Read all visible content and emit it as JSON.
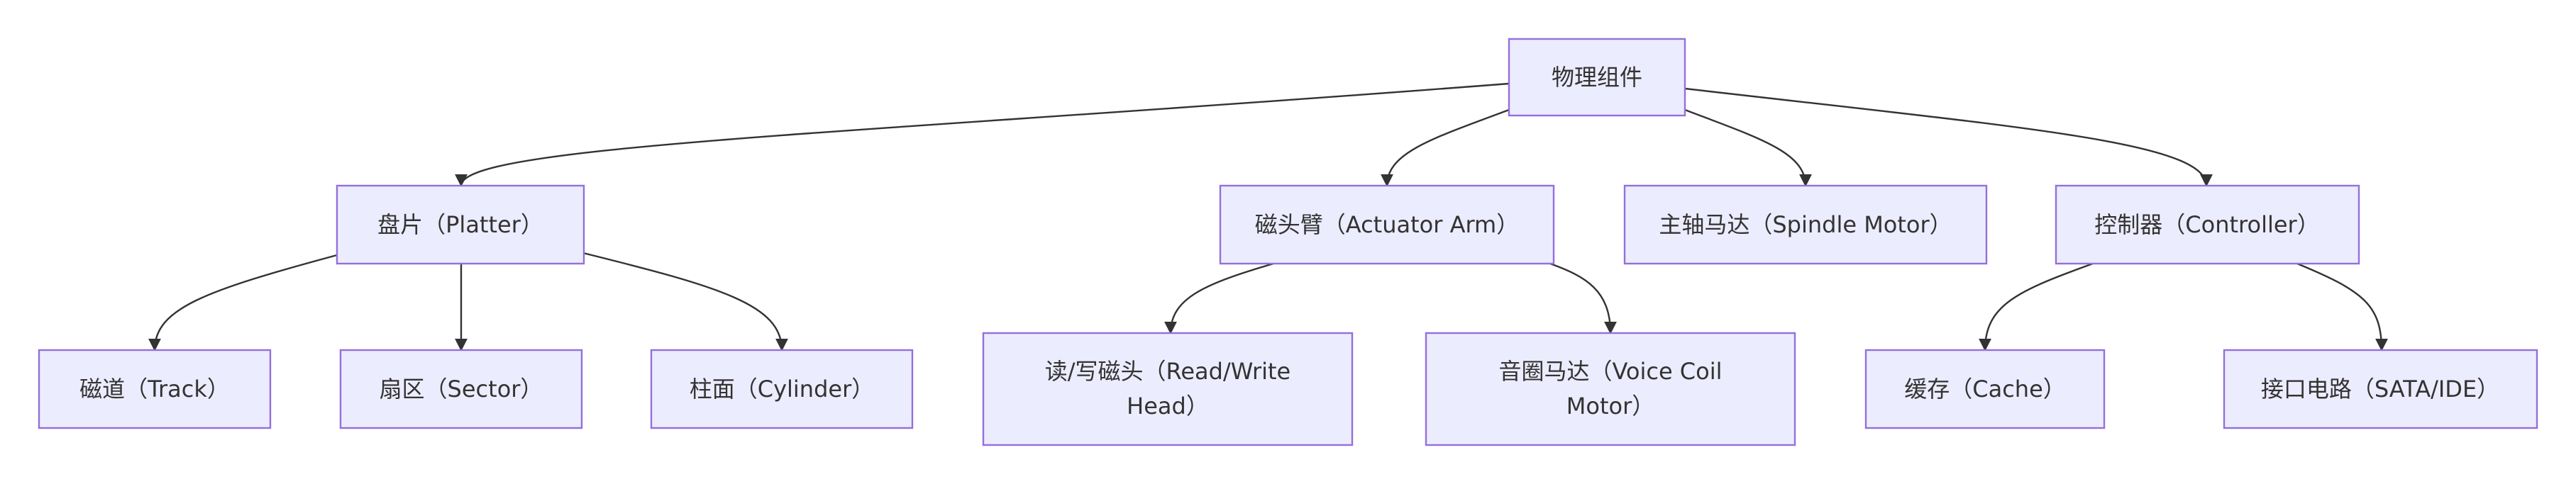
{
  "diagram": {
    "type": "flowchart-tree",
    "colors": {
      "node_fill": "#ECECFF",
      "node_border": "#9370DB",
      "edge": "#333333",
      "text": "#333333",
      "background": "#FFFFFF"
    },
    "nodes": {
      "root": {
        "label": "物理组件"
      },
      "platter": {
        "label": "盘片（Platter）"
      },
      "actuator": {
        "label": "磁头臂（Actuator Arm）"
      },
      "spindle": {
        "label": "主轴马达（Spindle Motor）"
      },
      "controller": {
        "label": "控制器（Controller）"
      },
      "track": {
        "label": "磁道（Track）"
      },
      "sector": {
        "label": "扇区（Sector）"
      },
      "cylinder": {
        "label": "柱面（Cylinder）"
      },
      "rwhead": {
        "label_line1": "读/写磁头（Read/Write",
        "label_line2": "Head）"
      },
      "voicecoil": {
        "label_line1": "音圈马达（Voice Coil",
        "label_line2": "Motor）"
      },
      "cache": {
        "label": "缓存（Cache）"
      },
      "interface": {
        "label": "接口电路（SATA/IDE）"
      }
    },
    "edges": [
      {
        "from": "物理组件",
        "to": "盘片（Platter）"
      },
      {
        "from": "物理组件",
        "to": "磁头臂（Actuator Arm）"
      },
      {
        "from": "物理组件",
        "to": "主轴马达（Spindle Motor）"
      },
      {
        "from": "物理组件",
        "to": "控制器（Controller）"
      },
      {
        "from": "盘片（Platter）",
        "to": "磁道（Track）"
      },
      {
        "from": "盘片（Platter）",
        "to": "扇区（Sector）"
      },
      {
        "from": "盘片（Platter）",
        "to": "柱面（Cylinder）"
      },
      {
        "from": "磁头臂（Actuator Arm）",
        "to": "读/写磁头（Read/Write Head）"
      },
      {
        "from": "磁头臂（Actuator Arm）",
        "to": "音圈马达（Voice Coil Motor）"
      },
      {
        "from": "控制器（Controller）",
        "to": "缓存（Cache）"
      },
      {
        "from": "控制器（Controller）",
        "to": "接口电路（SATA/IDE）"
      }
    ]
  }
}
